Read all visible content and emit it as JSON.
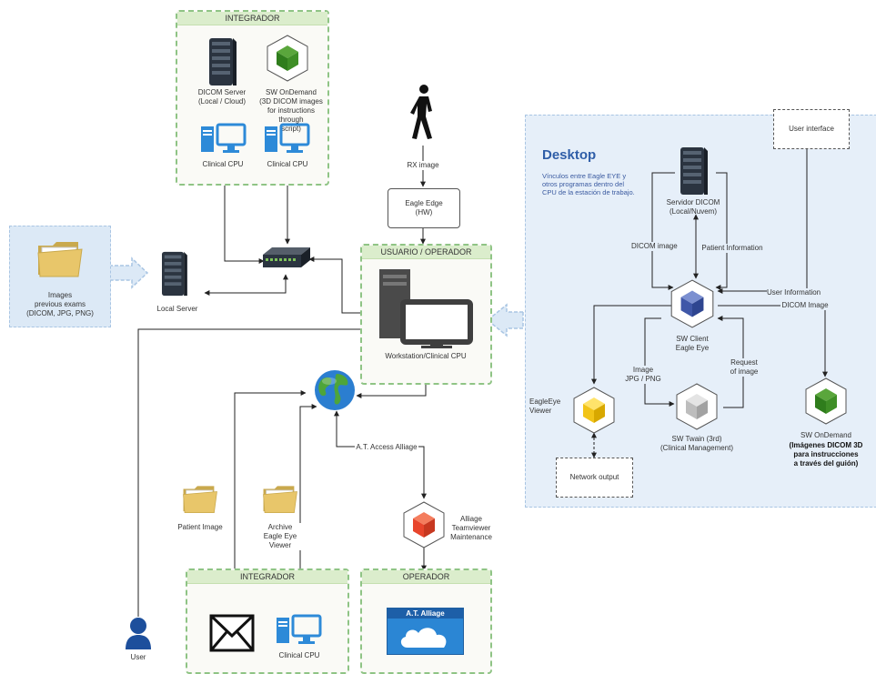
{
  "groups": {
    "integrador_top": "INTEGRADOR",
    "usuario_operador": "USUARIO / OPERADOR",
    "integrador_bottom": "INTEGRADOR",
    "operador": "OPERADOR"
  },
  "nodes": {
    "dicom_server": "DICOM Server\n(Local / Cloud)",
    "sw_ondemand_top": "SW OnDemand\n(3D DICOM images\nfor instructions through\nscript)",
    "clinical_cpu_1": "Clinical CPU",
    "clinical_cpu_2": "Clinical CPU",
    "images_previous": "Images\nprevious exams\n(DICOM, JPG, PNG)",
    "local_server": "Local Server",
    "rx_image": "RX image",
    "eagle_edge": "Eagle Edge\n(HW)",
    "workstation": "Workstation/Clinical CPU",
    "at_access": "A.T. Access Alliage",
    "alliage_teamviewer": "Alliage\nTeamviewer\nMaintenance",
    "patient_image": "Patient Image",
    "archive_viewer": "Archive\nEagle Eye\nViewer",
    "clinical_cpu_bottom": "Clinical CPU",
    "at_alliage": "A.T. Alliage",
    "user": "User"
  },
  "desktop": {
    "title": "Desktop",
    "description": "Vínculos entre Eagle EYE y\notros programas dentro del\nCPU de la estación de trabajo.",
    "user_interface": "User interface",
    "servidor_dicom": "Servidor DICOM\n(Local/Nuvem)",
    "dicom_image_left": "DICOM image",
    "patient_information": "Patient Information",
    "user_information": "User Information",
    "dicom_image_right": "DICOM Image",
    "sw_client": "SW Client\nEagle Eye",
    "image_jpg": "Image\nJPG / PNG",
    "request_image": "Request\nof image",
    "eagleeye_viewer": "EagleEye\nViewer",
    "sw_twain": "SW Twain (3rd)\n(Clinical Management)",
    "sw_ondemand": "SW OnDemand",
    "sw_ondemand_desc": "(Imágenes DICOM 3D\npara instrucciones\na través del guión)",
    "network_output": "Network output"
  },
  "colors": {
    "group_border": "#8fc485",
    "group_header": "#dbedcc",
    "desktop_bg": "#e6eff9",
    "desktop_title": "#2f5ea8",
    "desktop_text": "#3a5aa0",
    "cpu_blue": "#2d8ad8",
    "server_dark": "#2b3440",
    "cube_green": "#2f7d1c",
    "cube_blue": "#3f57a8",
    "cube_yellow": "#f2c418",
    "cube_red": "#e8452c",
    "cloud_blue": "#2b86d4",
    "user_blue": "#1d4f9c",
    "folder_yellow": "#e8c66a"
  },
  "icons": [
    "server-icon",
    "cube-icon",
    "computer-icon",
    "folder-icon",
    "network-switch-icon",
    "globe-icon",
    "walking-person-icon",
    "envelope-icon",
    "cloud-icon",
    "user-icon"
  ]
}
